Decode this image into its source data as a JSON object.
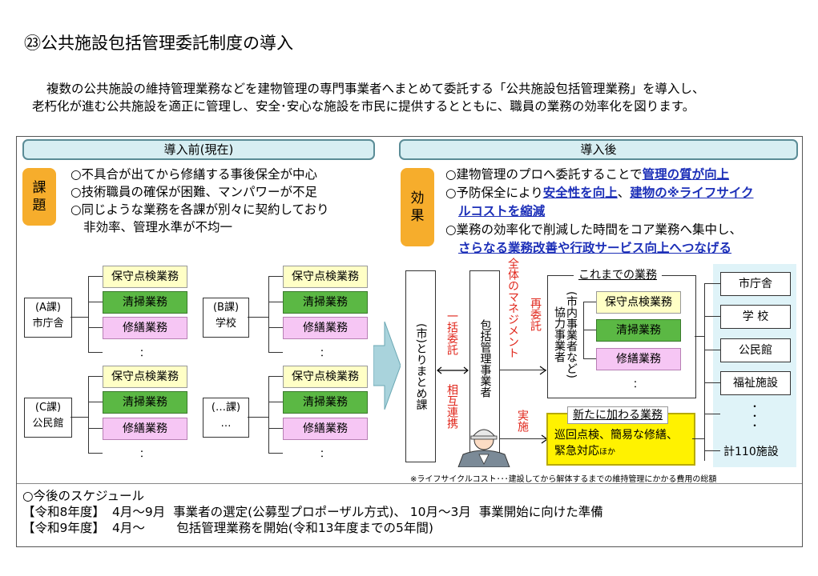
{
  "title": "㉓公共施設包括管理委託制度の導入",
  "intro": {
    "line1": "複数の公共施設の維持管理業務などを建物管理の専門事業者へまとめて委託する「公共施設包括管理業務」を導入し、",
    "line2": "老朽化が進む公共施設を適正に管理し、安全･安心な施設を市民に提供するとともに、職員の業務の効率化を図ります。"
  },
  "before": {
    "header": "導入前(現在)",
    "tag_a": "課",
    "tag_b": "題",
    "issues": [
      "○不具合が出てから修繕する事後保全が中心",
      "○技術職員の確保が困難、マンパワーが不足",
      "○同じような業務を各課が別々に契約しており",
      "非効率、管理水準が不均一"
    ],
    "groups": [
      {
        "dept1": "(A課)",
        "dept2": "市庁舎"
      },
      {
        "dept1": "(B課)",
        "dept2": "学校"
      },
      {
        "dept1": "(C課)",
        "dept2": "公民館"
      },
      {
        "dept1": "(…課)",
        "dept2": "…"
      }
    ],
    "task_maint": "保守点検業務",
    "task_clean": "清掃業務",
    "task_repair": "修繕業務",
    "ellipsis": "："
  },
  "after": {
    "header": "導入後",
    "tag_a": "効",
    "tag_b": "果",
    "effects": {
      "e1_plain": "○建物管理のプロへ委託することで",
      "e1_hl": "管理の質が向上",
      "e2_plain": "○予防保全により",
      "e2_hl1": "安全性を向上",
      "e2_sep": "、",
      "e2_hl2": "建物の※ライフサイク",
      "e2_hl3": "ルコストを縮減",
      "e3_plain": "○業務の効率化で削減した時間をコア業務へ集中し、",
      "e3_hl": "さらなる業務改善や行政サービス向上へつなげる"
    },
    "city_unit": "(市)とりまとめ課",
    "contractor": "包括管理事業者",
    "lump_sum": "一括委託",
    "mutual": "相互連携",
    "overall": "全体のマネジメント",
    "recommission": "再委託",
    "implement": "実施",
    "existing_label": "これまでの業務",
    "partners": "協力事業者",
    "partners_note": "(市内事業者など)",
    "task_maint": "保守点検業務",
    "task_clean": "清掃業務",
    "task_repair": "修繕業務",
    "ellipsis": "：",
    "new_label": "新たに加わる業務",
    "new_text1": "巡回点検、簡易な修繕、",
    "new_text2": "緊急対応",
    "new_text3": "ほか",
    "facilities": [
      "市庁舎",
      "学 校",
      "公民館",
      "福祉施設"
    ],
    "facilities_dots": "・",
    "total": "計110施設",
    "footnote": "※ライフサイクルコスト･･･建設してから解体するまでの維持管理にかかる費用の総額"
  },
  "schedule": {
    "heading": "○今後のスケジュール",
    "r1_year": "【令和8年度】",
    "r1_text": "4月～9月  事業者の選定(公募型プロポーザル方式)、 10月～3月  事業開始に向けた準備",
    "r2_year": "【令和9年度】",
    "r2_text": "4月～        包括管理業務を開始(令和13年度までの5年間)"
  }
}
